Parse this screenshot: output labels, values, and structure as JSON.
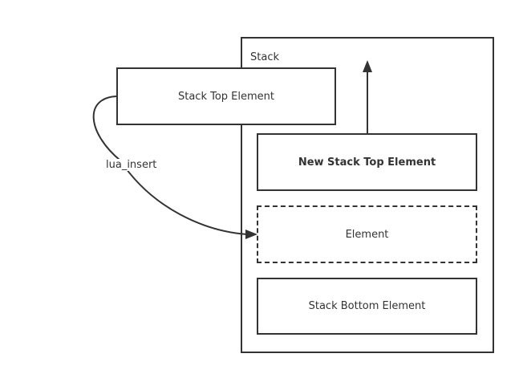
{
  "stack": {
    "label": "Stack",
    "elements": {
      "new_top": "New Stack Top Element",
      "middle": "Element",
      "bottom": "Stack Bottom Element"
    }
  },
  "external": {
    "top_element": "Stack Top Element"
  },
  "edges": {
    "insert_label": "lua_insert"
  },
  "colors": {
    "stroke": "#333333",
    "background": "#ffffff"
  }
}
